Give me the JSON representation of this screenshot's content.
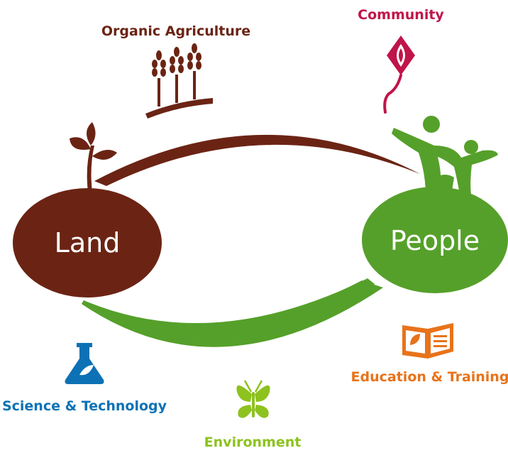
{
  "nodes": {
    "land": {
      "label": "Land",
      "color": "#6b2414"
    },
    "people": {
      "label": "People",
      "color": "#55a02a"
    }
  },
  "themes": {
    "organic_agriculture": {
      "label": "Organic Agriculture",
      "color": "#6b2414",
      "icon": "wheat-icon"
    },
    "community": {
      "label": "Community",
      "color": "#c0154a",
      "icon": "kite-icon"
    },
    "science_technology": {
      "label": "Science & Technology",
      "color": "#0c72b5",
      "icon": "flask-icon"
    },
    "environment": {
      "label": "Environment",
      "color": "#8dc21f",
      "icon": "butterfly-icon"
    },
    "education_training": {
      "label": "Education & Training",
      "color": "#e8731a",
      "icon": "book-icon"
    }
  },
  "colors": {
    "land_arc": "#6b2414",
    "people_arc": "#55a02a",
    "figures": "#55a02a"
  }
}
